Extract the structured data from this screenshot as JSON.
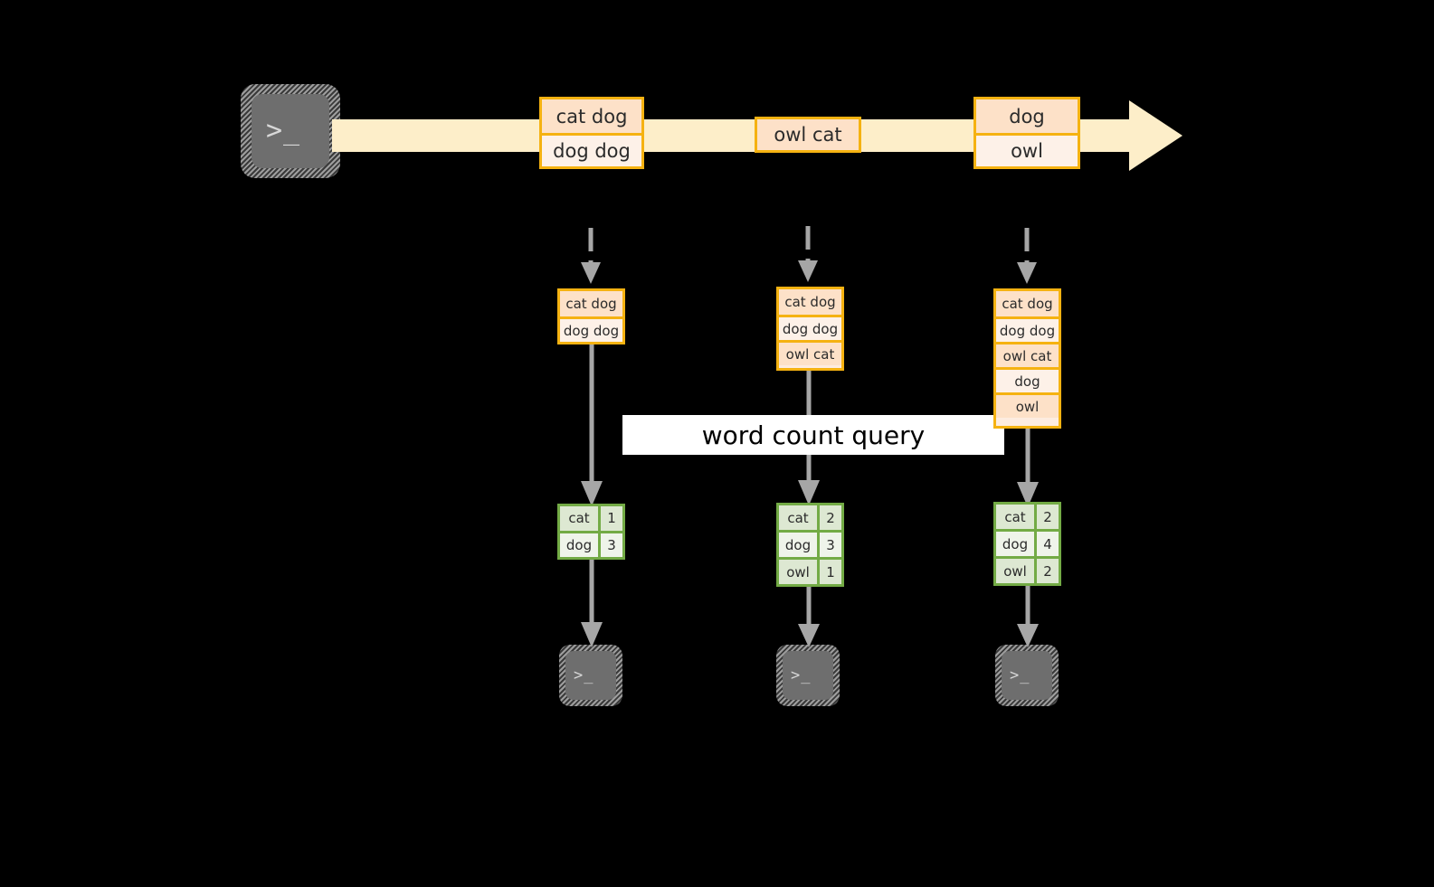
{
  "diagram": {
    "title_label": "word count query",
    "colors": {
      "background": "#000000",
      "record_border": "#f5b211",
      "record_fill_peach": "#fde1c8",
      "record_fill_cream": "#fdf1e8",
      "stream_arrow_fill": "#fdeec9",
      "table_border": "#73ab45",
      "table_fill_dark": "#dde8d2",
      "table_fill_light": "#eff4ea",
      "connector": "#a6a6a6",
      "terminal_body": "#6e6e6e",
      "label_band": "#ffffff"
    },
    "source": {
      "icon": "terminal-icon",
      "glyph": ">_"
    },
    "stream": {
      "records": [
        {
          "id": "stream-record-1",
          "lines": [
            "cat dog",
            "dog dog"
          ]
        },
        {
          "id": "stream-record-2",
          "lines": [
            "owl cat"
          ]
        },
        {
          "id": "stream-record-3",
          "lines": [
            "dog",
            "owl"
          ]
        }
      ]
    },
    "snapshots": [
      {
        "id": "snapshot-1",
        "lines": [
          "cat dog",
          "dog dog"
        ]
      },
      {
        "id": "snapshot-2",
        "lines": [
          "cat dog",
          "dog dog",
          "owl cat"
        ]
      },
      {
        "id": "snapshot-3",
        "lines": [
          "cat dog",
          "dog dog",
          "owl cat",
          "dog",
          "owl"
        ]
      }
    ],
    "results": [
      {
        "id": "result-1",
        "rows": [
          {
            "word": "cat",
            "count": "1"
          },
          {
            "word": "dog",
            "count": "3"
          }
        ]
      },
      {
        "id": "result-2",
        "rows": [
          {
            "word": "cat",
            "count": "2"
          },
          {
            "word": "dog",
            "count": "3"
          },
          {
            "word": "owl",
            "count": "1"
          }
        ]
      },
      {
        "id": "result-3",
        "rows": [
          {
            "word": "cat",
            "count": "2"
          },
          {
            "word": "dog",
            "count": "4"
          },
          {
            "word": "owl",
            "count": "2"
          }
        ]
      }
    ],
    "sinks": [
      {
        "id": "sink-1",
        "icon": "terminal-icon",
        "glyph": ">_"
      },
      {
        "id": "sink-2",
        "icon": "terminal-icon",
        "glyph": ">_"
      },
      {
        "id": "sink-3",
        "icon": "terminal-icon",
        "glyph": ">_"
      }
    ]
  }
}
